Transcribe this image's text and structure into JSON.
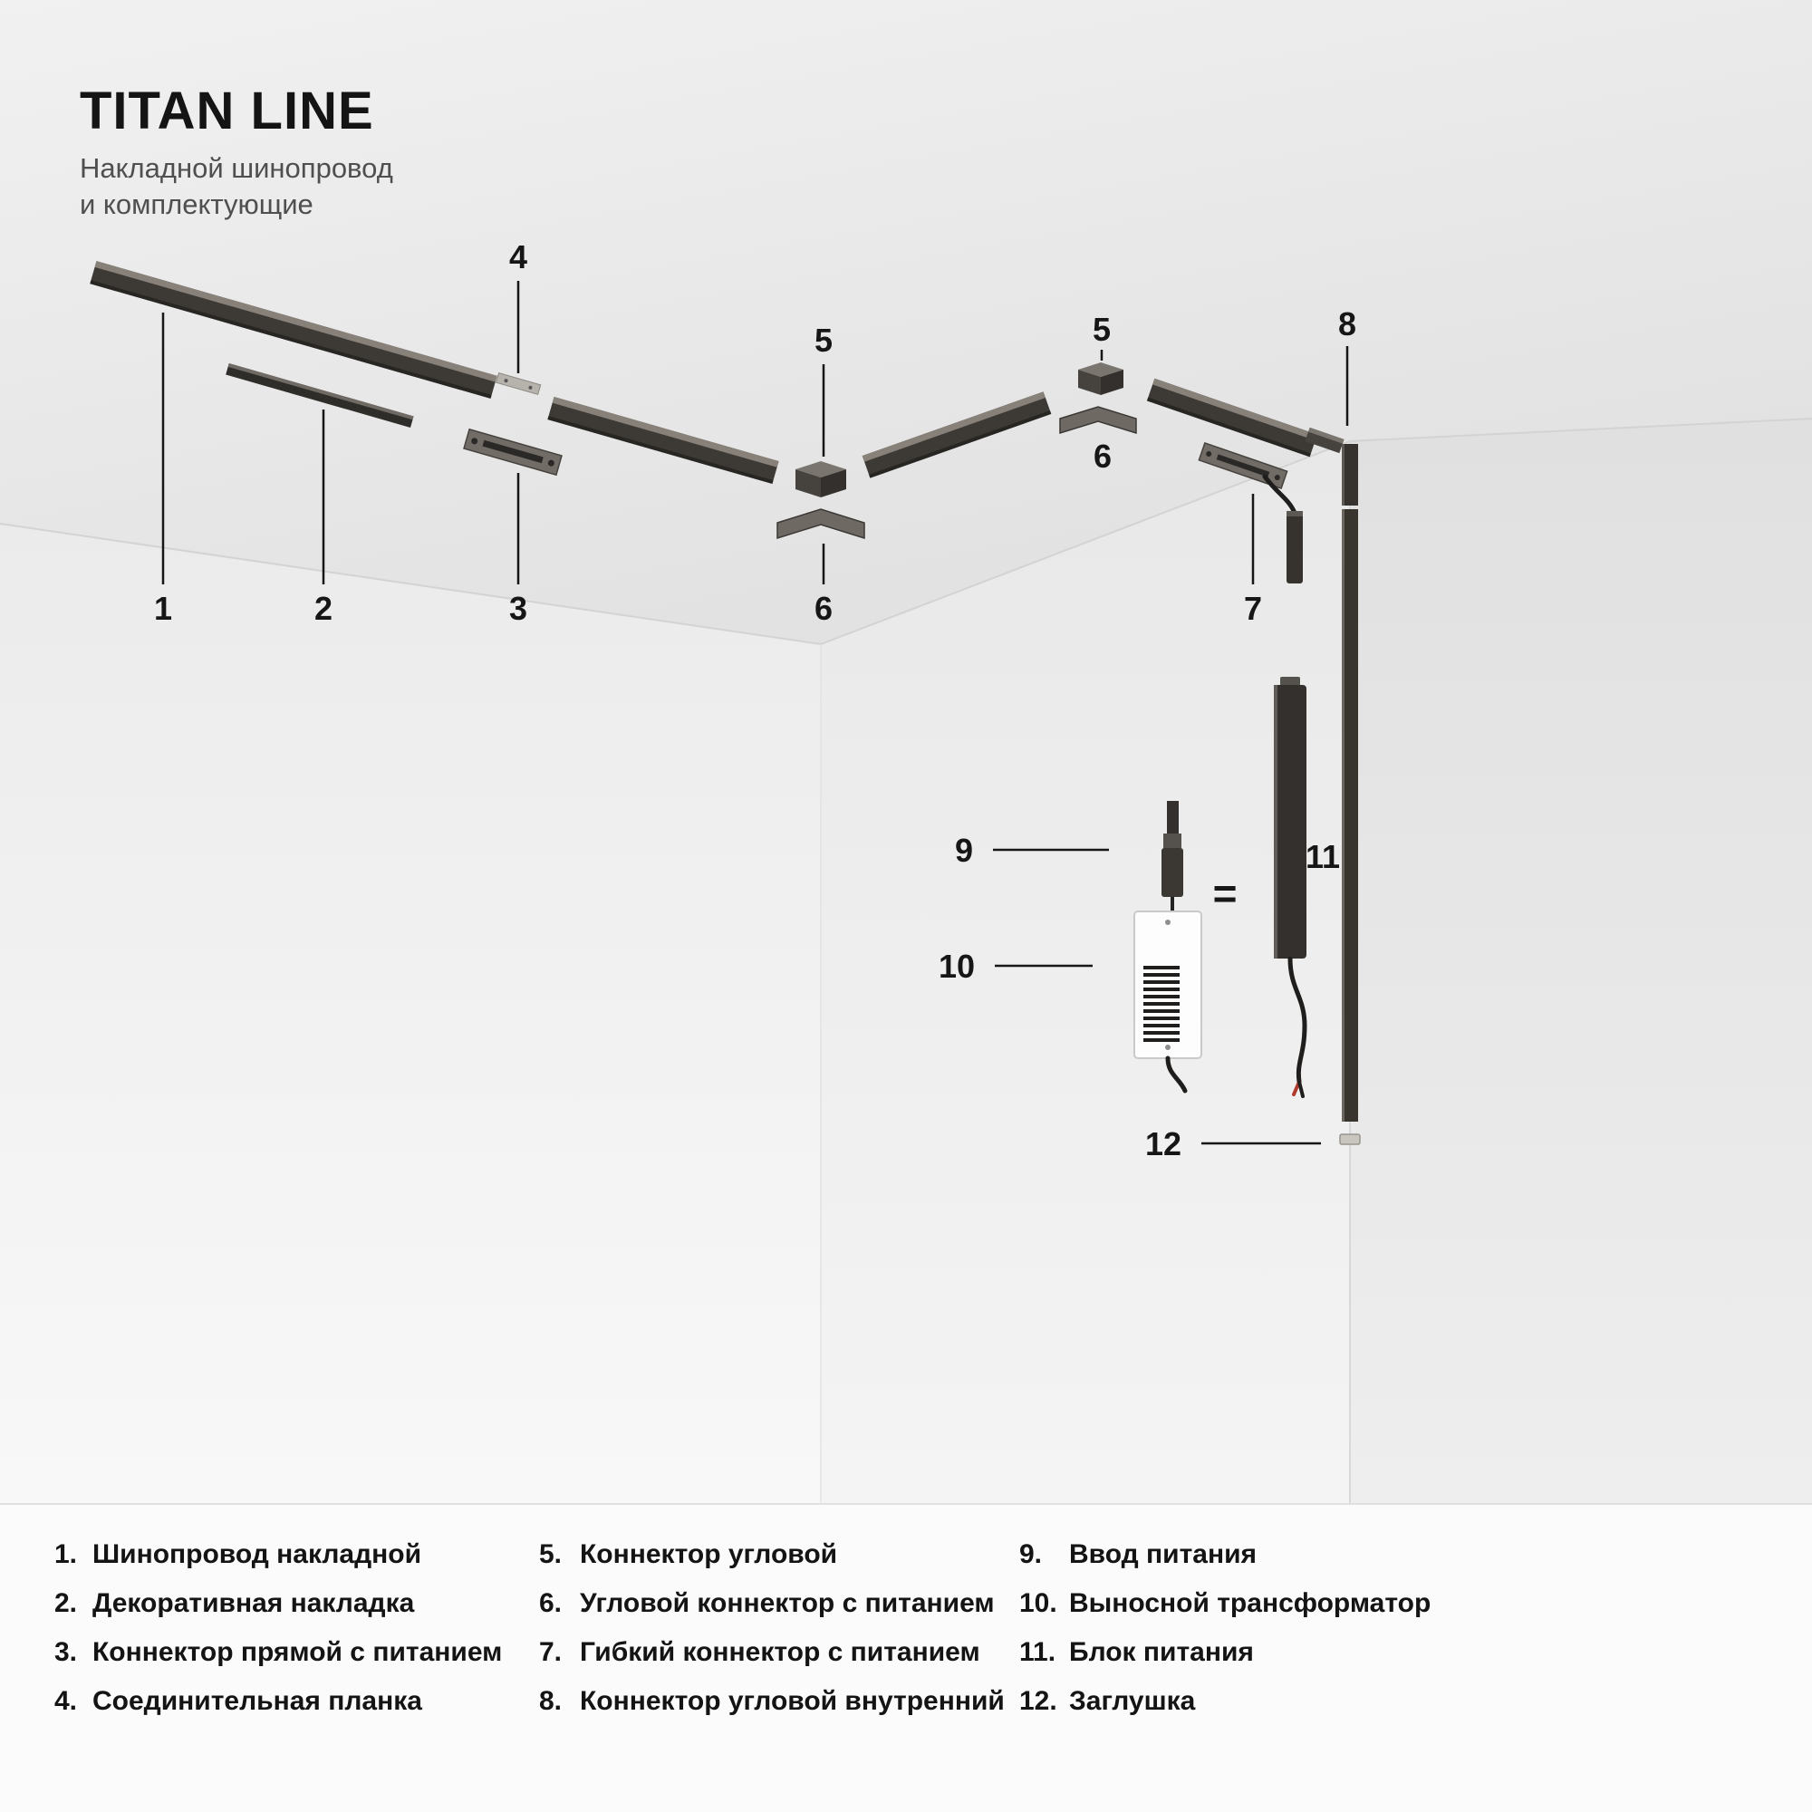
{
  "header": {
    "title": "TITAN LINE",
    "subtitle_line1": "Накладной шинопровод",
    "subtitle_line2": "и комплектующие"
  },
  "diagram": {
    "equals_sign": "=",
    "callout_numbers": {
      "n1": "1",
      "n2": "2",
      "n3": "3",
      "n4": "4",
      "n5a": "5",
      "n5b": "5",
      "n6a": "6",
      "n6b": "6",
      "n7": "7",
      "n8": "8",
      "n9": "9",
      "n10": "10",
      "n11": "11",
      "n12": "12"
    },
    "colors": {
      "track_dark": "#3d3a36",
      "track_highlight": "#878179",
      "ceiling": "#e9e9e9",
      "wall_left": "#f2f2f2",
      "wall_front": "#ededed",
      "wall_right": "#e4e4e4",
      "accent_text": "#161616"
    }
  },
  "legend": {
    "columns": [
      {
        "items": [
          {
            "num": "1.",
            "label": "Шинопровод накладной"
          },
          {
            "num": "2.",
            "label": "Декоративная накладка"
          },
          {
            "num": "3.",
            "label": "Коннектор прямой с питанием"
          },
          {
            "num": "4.",
            "label": "Соединительная планка"
          }
        ]
      },
      {
        "items": [
          {
            "num": "5.",
            "label": "Коннектор угловой"
          },
          {
            "num": "6.",
            "label": "Угловой коннектор с питанием"
          },
          {
            "num": "7.",
            "label": "Гибкий коннектор с питанием"
          },
          {
            "num": "8.",
            "label": "Коннектор угловой внутренний"
          }
        ]
      },
      {
        "items": [
          {
            "num": "9.",
            "label": "Ввод питания"
          },
          {
            "num": "10.",
            "label": "Выносной трансформатор"
          },
          {
            "num": "11.",
            "label": "Блок питания"
          },
          {
            "num": "12.",
            "label": "Заглушка"
          }
        ]
      }
    ]
  }
}
